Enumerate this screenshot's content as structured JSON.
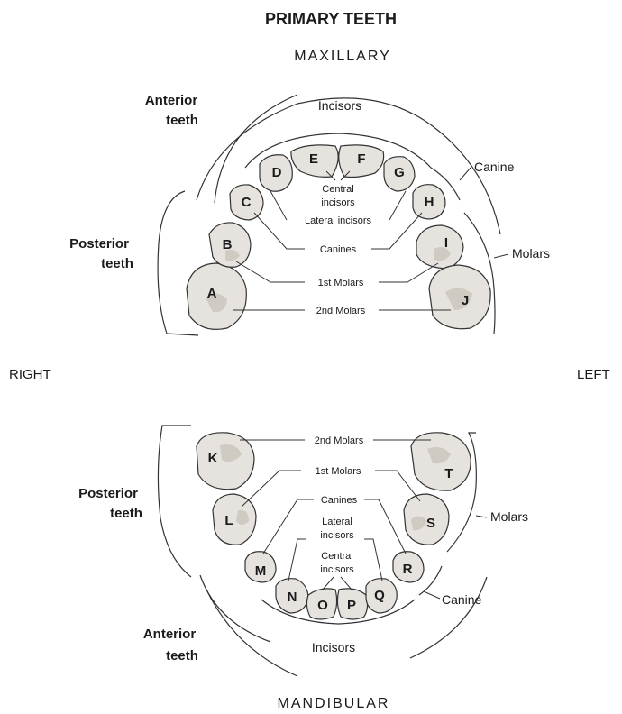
{
  "title": "PRIMARY TEETH",
  "maxillary": "MAXILLARY",
  "mandibular": "MANDIBULAR",
  "right": "RIGHT",
  "left": "LEFT",
  "upper": {
    "anterior_teeth": [
      "Anterior",
      "teeth"
    ],
    "posterior_teeth": [
      "Posterior",
      "teeth"
    ],
    "incisors": "Incisors",
    "canine": "Canine",
    "molars": "Molars",
    "central_incisors": [
      "Central",
      "incisors"
    ],
    "lateral_incisors": "Lateral incisors",
    "canines": "Canines",
    "first_molars": "1st Molars",
    "second_molars": "2nd Molars",
    "teeth": [
      "A",
      "B",
      "C",
      "D",
      "E",
      "F",
      "G",
      "H",
      "I",
      "J"
    ]
  },
  "lower": {
    "anterior_teeth": [
      "Anterior",
      "teeth"
    ],
    "posterior_teeth": [
      "Posterior",
      "teeth"
    ],
    "incisors": "Incisors",
    "canine": "Canine",
    "molars": "Molars",
    "central_incisors": [
      "Central",
      "incisors"
    ],
    "lateral_incisors": [
      "Lateral",
      "incisors"
    ],
    "canines": "Canines",
    "first_molars": "1st Molars",
    "second_molars": "2nd Molars",
    "teeth": [
      "K",
      "L",
      "M",
      "N",
      "O",
      "P",
      "Q",
      "R",
      "S",
      "T"
    ]
  }
}
